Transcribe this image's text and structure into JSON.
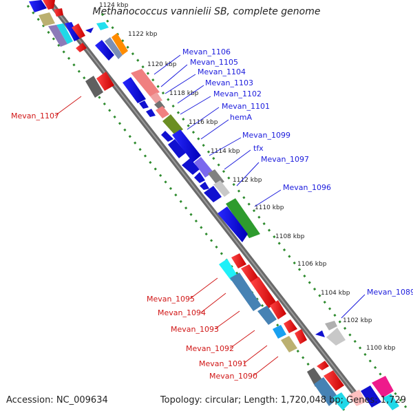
{
  "title": "Methanococcus vannielii SB, complete genome",
  "accession": "Accession: NC_009634",
  "topology": "Topology: circular; Length: 1,720,048 bp; Genes: 1,729",
  "colors": {
    "backbone": "#6e6e6e",
    "dots": "#2e8b2e",
    "label_forward": "#1a1adc",
    "label_reverse": "#d01616"
  },
  "kbp_markers": [
    "1124 kbp",
    "1122 kbp",
    "1120 kbp",
    "1118 kbp",
    "1116 kbp",
    "1114 kbp",
    "1112 kbp",
    "1110 kbp",
    "1108 kbp",
    "1106 kbp",
    "1104 kbp",
    "1102 kbp",
    "1100 kbp"
  ],
  "gene_labels_forward": [
    "Mevan_1106",
    "Mevan_1105",
    "Mevan_1104",
    "Mevan_1103",
    "Mevan_1102",
    "Mevan_1101",
    "hemA",
    "Mevan_1099",
    "tfx",
    "Mevan_1097",
    "Mevan_1096",
    "Mevan_1089"
  ],
  "gene_labels_reverse": [
    "Mevan_1107",
    "Mevan_1095",
    "Mevan_1094",
    "Mevan_1093",
    "Mevan_1092",
    "Mevan_1091",
    "Mevan_1090"
  ]
}
